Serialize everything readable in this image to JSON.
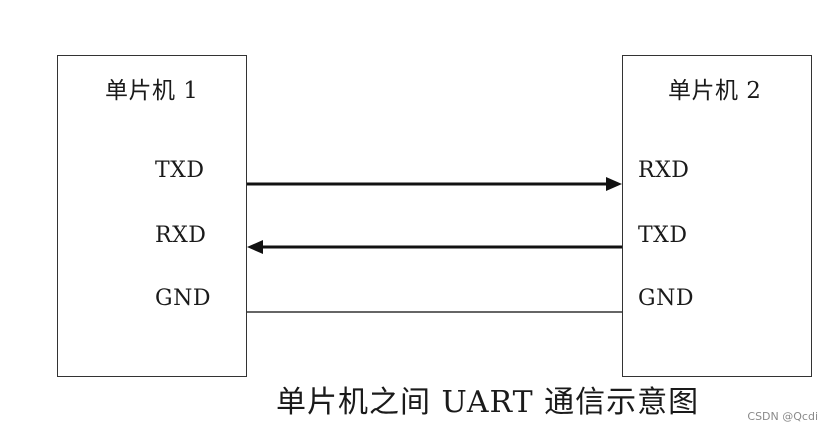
{
  "diagram": {
    "left_mcu": {
      "title": "单片机 1",
      "pins": {
        "txd": "TXD",
        "rxd": "RXD",
        "gnd": "GND"
      }
    },
    "right_mcu": {
      "title": "单片机 2",
      "pins": {
        "rxd": "RXD",
        "txd": "TXD",
        "gnd": "GND"
      }
    },
    "caption": "单片机之间 UART 通信示意图"
  },
  "watermark": "CSDN @Qcdi"
}
